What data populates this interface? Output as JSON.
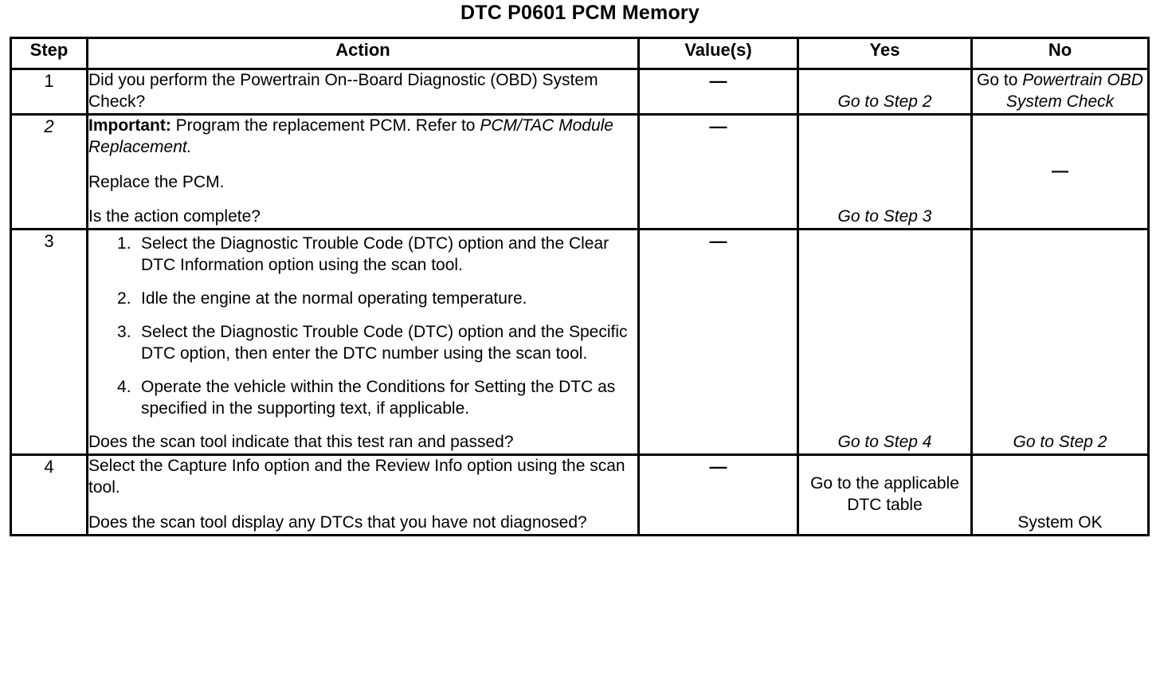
{
  "title": "DTC P0601 PCM Memory",
  "table": {
    "headers": {
      "step": "Step",
      "action": "Action",
      "value": "Value(s)",
      "yes": "Yes",
      "no": "No"
    },
    "rows": [
      {
        "step": "1",
        "action": {
          "question": "Did you perform the Powertrain On--Board Diagnostic (OBD) System Check?"
        },
        "value": "—",
        "yes": "Go to Step 2",
        "no_prefix": "Go to ",
        "no_ital": "Powertrain OBD System Check"
      },
      {
        "step": "2",
        "action": {
          "important_label": "Important:",
          "important_text": " Program the replacement PCM. Refer to ",
          "important_ref": "PCM/TAC Module Replacement.",
          "line2": "Replace the PCM.",
          "question": "Is the action complete?"
        },
        "value": "—",
        "yes": "Go to Step 3",
        "no": "—"
      },
      {
        "step": "3",
        "action": {
          "items": [
            "Select the Diagnostic Trouble Code (DTC) option and the Clear DTC Information option using the scan tool.",
            "Idle the engine at the normal operating temperature.",
            "Select the Diagnostic Trouble Code (DTC) option and the Specific DTC option, then enter the DTC number using the scan tool.",
            "Operate the vehicle within the Conditions for Setting the DTC as specified in the supporting text, if applicable."
          ],
          "question": "Does the scan tool indicate that this test ran and passed?"
        },
        "value": "—",
        "yes": "Go to Step 4",
        "no": "Go to Step 2"
      },
      {
        "step": "4",
        "action": {
          "line1": "Select the Capture Info option and the Review Info option using the scan tool.",
          "question": "Does the scan tool display any DTCs that you have not diagnosed?"
        },
        "value": "—",
        "yes": "Go to the applicable DTC table",
        "no": "System OK"
      }
    ]
  }
}
